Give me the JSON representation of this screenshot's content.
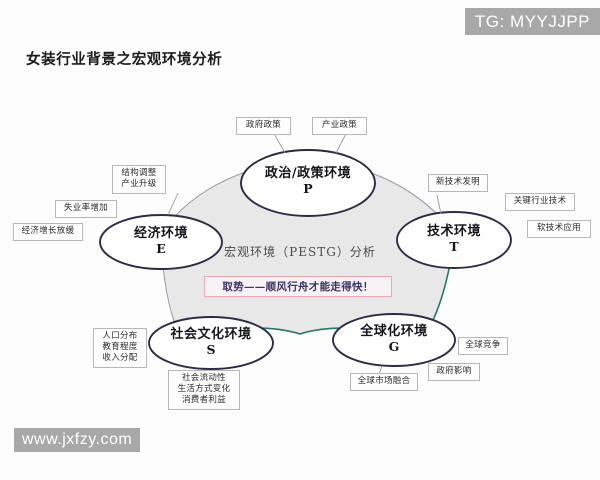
{
  "page": {
    "title": "女装行业背景之宏观环境分析"
  },
  "watermarks": {
    "top_right": "TG: MYYJJPP",
    "bottom_left": "www.jxfzy.com"
  },
  "diagram": {
    "type": "pestg-macro-environment",
    "center_title": "宏观环境（PESTG）分析",
    "center_highlight": "取势——顺风行舟才能走得快！",
    "colors": {
      "node_stroke": "#2b2b48",
      "blob_fill": "#e8e8e8",
      "blob_stroke": "#9a9aa8",
      "accent_arc": "#1f7a6b",
      "highlight_border": "#e8a8b4",
      "highlight_text": "#3c3565",
      "tag_border": "#b6b6b6",
      "watermark_bg": "#a8a8a8"
    },
    "nodes": [
      {
        "id": "P",
        "name": "政治/政策环境",
        "code": "P"
      },
      {
        "id": "E",
        "name": "经济环境",
        "code": "E"
      },
      {
        "id": "T",
        "name": "技术环境",
        "code": "T"
      },
      {
        "id": "S",
        "name": "社会文化环境",
        "code": "S"
      },
      {
        "id": "G",
        "name": "全球化环境",
        "code": "G"
      }
    ],
    "tags": [
      {
        "id": "p1",
        "node": "P",
        "text": "政府政策"
      },
      {
        "id": "p2",
        "node": "P",
        "text": "产业政策"
      },
      {
        "id": "e1",
        "node": "E",
        "text": "结构调整\n产业升级"
      },
      {
        "id": "e2",
        "node": "E",
        "text": "失业率增加"
      },
      {
        "id": "e3",
        "node": "E",
        "text": "经济增长放缓"
      },
      {
        "id": "t1",
        "node": "T",
        "text": "新技术发明"
      },
      {
        "id": "t2",
        "node": "T",
        "text": "关键行业技术"
      },
      {
        "id": "t3",
        "node": "T",
        "text": "软技术应用"
      },
      {
        "id": "s1",
        "node": "S",
        "text": "人口分布\n教育程度\n收入分配"
      },
      {
        "id": "s2",
        "node": "S",
        "text": "社会流动性\n生活方式变化\n消费者利益"
      },
      {
        "id": "g1",
        "node": "G",
        "text": "全球竞争"
      },
      {
        "id": "g2",
        "node": "G",
        "text": "政府影响"
      },
      {
        "id": "g3",
        "node": "G",
        "text": "全球市场融合"
      }
    ]
  }
}
